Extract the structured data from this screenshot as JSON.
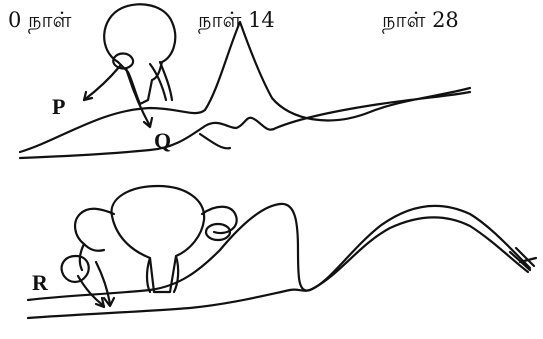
{
  "top_panel": {
    "day_labels": [
      "0 நாள்",
      "நாள் 14",
      "நாள் 28"
    ],
    "letters": {
      "p": "P",
      "q": "Q"
    }
  },
  "bottom_panel": {
    "letters": {
      "r": "R"
    }
  }
}
